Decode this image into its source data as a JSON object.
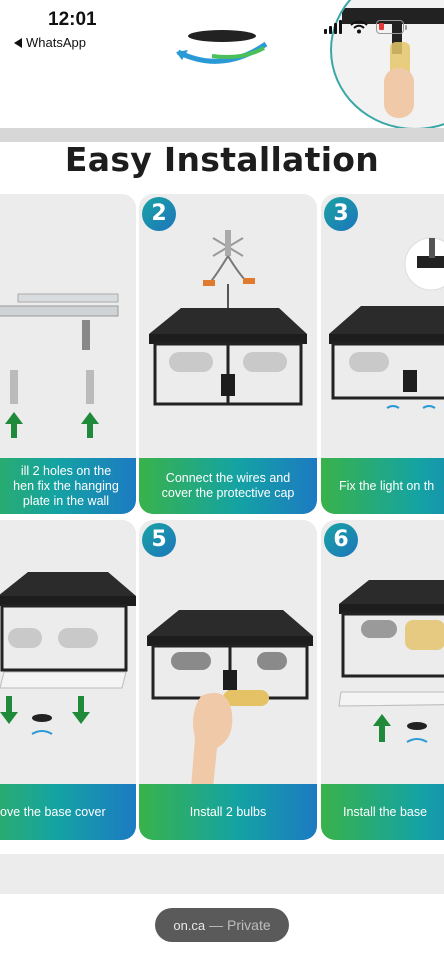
{
  "status_bar": {
    "time": "12:01",
    "back_app": "WhatsApp",
    "battery_color": "#e53935"
  },
  "section": {
    "title": "Easy Installation"
  },
  "steps": [
    {
      "number": "",
      "caption": "ill 2 holes on the\nhen fix the hanging\nplate in the wall"
    },
    {
      "number": "2",
      "caption": "Connect the wires and\ncover the protective cap"
    },
    {
      "number": "3",
      "caption": "Fix the light on th"
    },
    {
      "number": "",
      "caption": "ove the base cover"
    },
    {
      "number": "5",
      "caption": "Install 2 bulbs"
    },
    {
      "number": "6",
      "caption": "Install the base"
    }
  ],
  "browser": {
    "url": "on.ca",
    "mode": "— Private"
  },
  "colors": {
    "banner_start": "#39b24a",
    "banner_mid": "#14a3a3",
    "banner_end": "#1c7ac2",
    "badge": "#1c75bc",
    "arrow_green": "#1f8a3a"
  }
}
